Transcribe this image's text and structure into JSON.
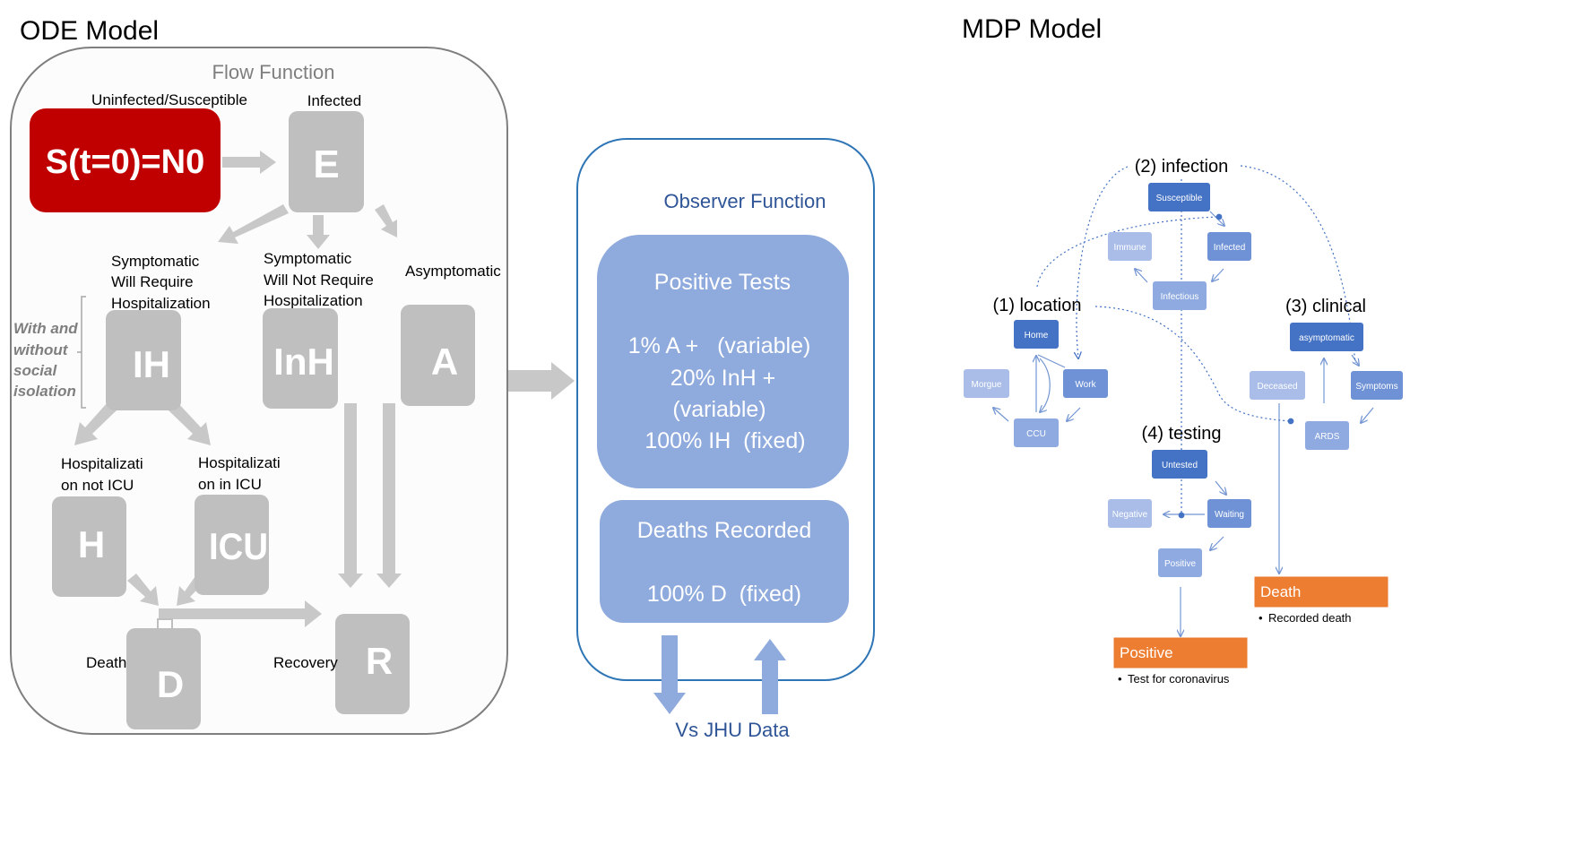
{
  "ode": {
    "title": "ODE Model",
    "flow_label": "Flow Function",
    "susceptible_label": "Uninfected/Susceptible",
    "susceptible_box": "S(t=0)=N0",
    "infected_label": "Infected",
    "E": "E",
    "sym_hosp_label": [
      "Symptomatic",
      "Will Require",
      "Hospitalization"
    ],
    "sym_nohosp_label": [
      "Symptomatic",
      "Will Not Require",
      "Hospitalization"
    ],
    "asym_label": "Asymptomatic",
    "isolation_note": [
      "With and",
      "without",
      "social",
      "isolation"
    ],
    "IH": "IH",
    "InH": "InH",
    "A": "A",
    "hosp_not_icu_label": [
      "Hospitalizati",
      "on not ICU"
    ],
    "hosp_icu_label": [
      "Hospitalizati",
      "on in ICU"
    ],
    "H": "H",
    "ICU": "ICU",
    "death_label": "Death",
    "D": "D",
    "recovery_label": "Recovery",
    "R": "R"
  },
  "observer": {
    "title": "Observer Function",
    "positive_title": "Positive Tests",
    "positive_lines": [
      "1% A +   (variable)",
      "20% InH +",
      "(variable)",
      "100% IH  (fixed)"
    ],
    "deaths_title": "Deaths Recorded",
    "deaths_line": "100% D  (fixed)",
    "vs_label": "Vs JHU Data"
  },
  "mdp": {
    "title": "MDP Model",
    "infection_label": "(2) infection",
    "location_label": "(1) location",
    "clinical_label": "(3) clinical",
    "testing_label": "(4) testing",
    "susceptible": "Susceptible",
    "immune": "Immune",
    "infected": "Infected",
    "infectious": "Infectious",
    "home": "Home",
    "work": "Work",
    "morgue": "Morgue",
    "ccu": "CCU",
    "asymptomatic": "asymptomatic",
    "deceased": "Deceased",
    "symptoms": "Symptoms",
    "ards": "ARDS",
    "untested": "Untested",
    "negative": "Negative",
    "waiting": "Waiting",
    "positive": "Positive",
    "death_box": "Death",
    "death_bullet": "Recorded death",
    "positive_box": "Positive",
    "positive_bullet": "Test for coronavirus"
  },
  "colors": {
    "red": "#c00000",
    "gray_box": "#bfbfbf",
    "observer_fill": "#8faadc",
    "node_dark": "#4472c4",
    "node_mid": "#6f92d6",
    "node_light": "#a9bde8",
    "orange": "#ed7d31",
    "blue_text": "#2f5597"
  }
}
